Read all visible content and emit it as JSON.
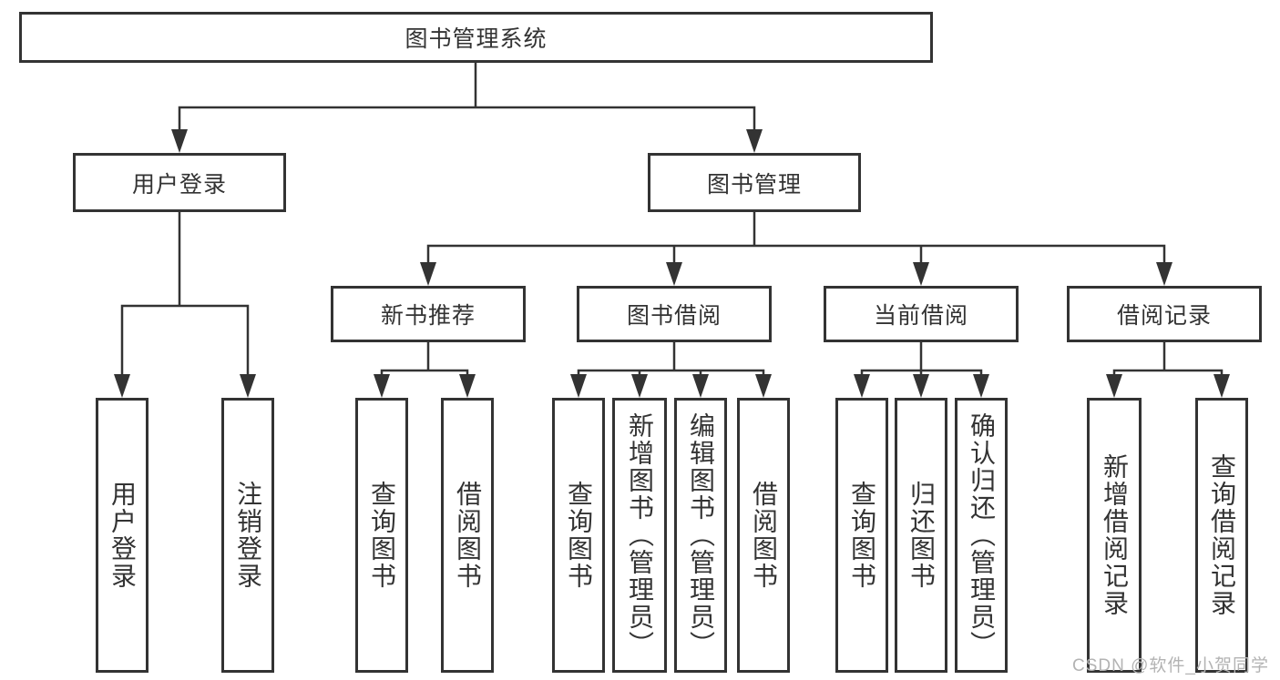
{
  "nodes": {
    "root": {
      "label": "图书管理系统"
    },
    "level2": [
      {
        "label": "用户登录"
      },
      {
        "label": "图书管理"
      }
    ],
    "level3": [
      {
        "label": "新书推荐"
      },
      {
        "label": "图书借阅"
      },
      {
        "label": "当前借阅"
      },
      {
        "label": "借阅记录"
      }
    ],
    "leaves": [
      {
        "label": "用户登录"
      },
      {
        "label": "注销登录"
      },
      {
        "label": "查询图书"
      },
      {
        "label": "借阅图书"
      },
      {
        "label": "查询图书"
      },
      {
        "label": "新增图书（管理员）"
      },
      {
        "label": "编辑图书（管理员）"
      },
      {
        "label": "借阅图书"
      },
      {
        "label": "查询图书"
      },
      {
        "label": "归还图书"
      },
      {
        "label": "确认归还（管理员）"
      },
      {
        "label": "新增借阅记录"
      },
      {
        "label": "查询借阅记录"
      }
    ]
  },
  "watermark": "CSDN @软件_小贺同学",
  "colors": {
    "line": "#333333",
    "text": "#333333",
    "node_background": "#ffffff",
    "page_background": "#ffffff",
    "watermark": "#b3b3b3"
  }
}
